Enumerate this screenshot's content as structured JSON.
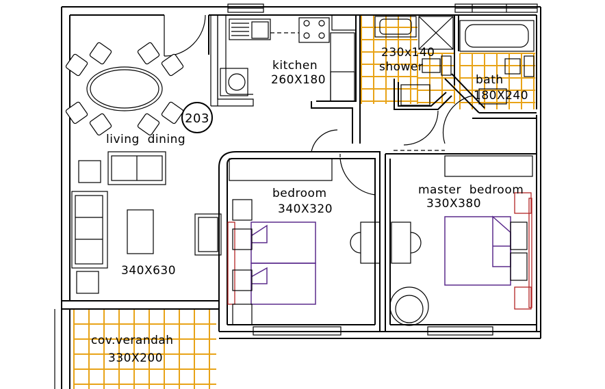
{
  "unit_number": "203",
  "rooms": {
    "kitchen": {
      "name": "kitchen",
      "size": "260X180"
    },
    "shower": {
      "name": "shower",
      "size": "230x140"
    },
    "bath": {
      "name": "bath",
      "size": "180X240"
    },
    "living": {
      "name": "living  dining",
      "size": "340X630"
    },
    "bedroom": {
      "name": "bedroom",
      "size": "340X320"
    },
    "master": {
      "name": "master  bedroom",
      "size": "330X380"
    },
    "verandah": {
      "name": "cov.verandah",
      "size": "330X200"
    }
  },
  "colors": {
    "tile": "#e8a317",
    "bed": "#5a2a8c",
    "accent_red": "#b22222"
  }
}
